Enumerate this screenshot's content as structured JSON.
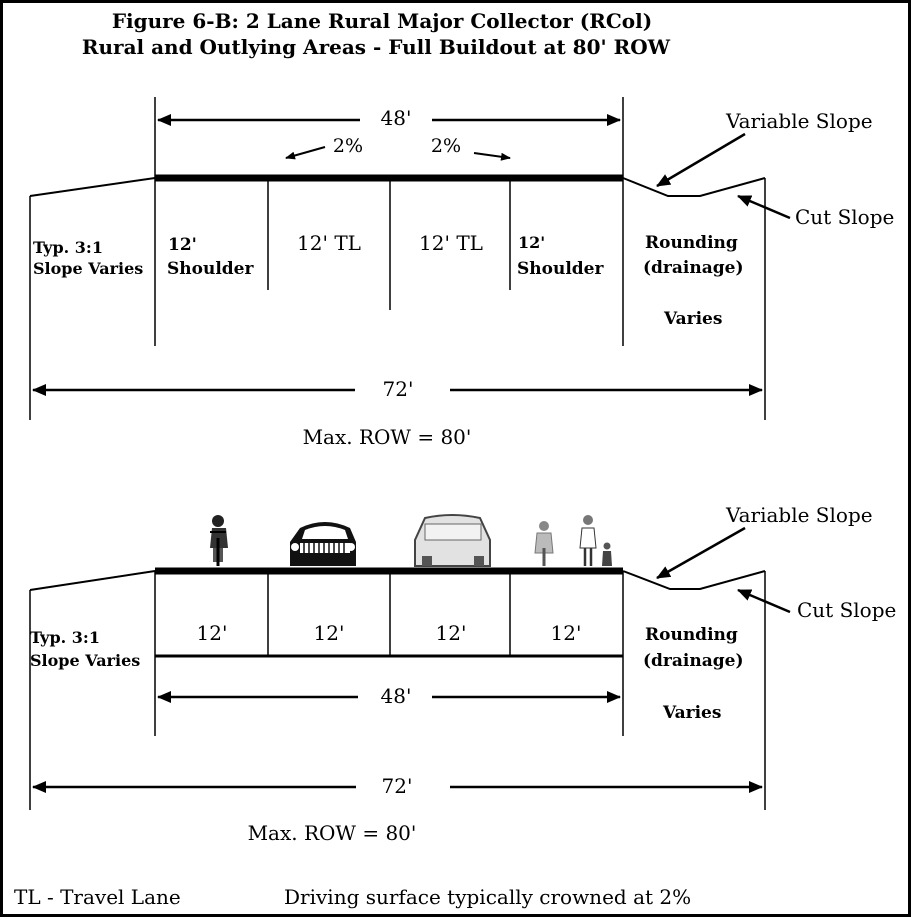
{
  "title": {
    "line1": "Figure 6-B:  2 Lane Rural Major Collector (RCol)",
    "line2": "Rural and Outlying Areas - Full Buildout at 80' ROW"
  },
  "top_section": {
    "dim_48": "48'",
    "slope_left": "2%",
    "slope_right": "2%",
    "variable_slope": "Variable Slope",
    "cut_slope": "Cut Slope",
    "typ_line1": "Typ. 3:1",
    "typ_line2": "Slope Varies",
    "lane1_line1": "12'",
    "lane1_line2": "Shoulder",
    "lane2": "12' TL",
    "lane3": "12' TL",
    "lane4_line1": "12'",
    "lane4_line2": "Shoulder",
    "rounding_line1": "Rounding",
    "rounding_line2": "(drainage)",
    "varies": "Varies",
    "dim_72": "72'",
    "max_row": "Max. ROW = 80'"
  },
  "bottom_section": {
    "variable_slope": "Variable Slope",
    "cut_slope": "Cut Slope",
    "typ_line1": "Typ. 3:1",
    "typ_line2": "Slope Varies",
    "lane1": "12'",
    "lane2": "12'",
    "lane3": "12'",
    "lane4": "12'",
    "rounding_line1": "Rounding",
    "rounding_line2": "(drainage)",
    "dim_48": "48'",
    "varies": "Varies",
    "dim_72": "72'",
    "max_row": "Max. ROW = 80'"
  },
  "footer": {
    "legend": "TL - Travel Lane",
    "note": "Driving surface typically crowned at 2%"
  }
}
